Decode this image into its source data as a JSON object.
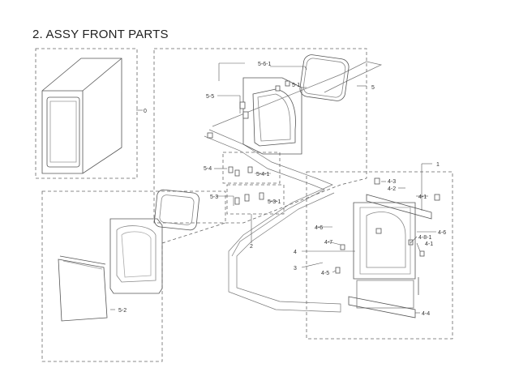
{
  "title": "2. ASSY FRONT PARTS",
  "callouts": {
    "c0": "0",
    "c1": "1",
    "c2": "2",
    "c3": "3",
    "c4": "4",
    "c5": "5",
    "c5_1": "5-1",
    "c5_2": "5-2",
    "c5_3": "5-3",
    "c5_3_1": "5-3-1",
    "c5_4": "5-4",
    "c5_4_1": "5-4-1",
    "c5_5": "5-5",
    "c5_6_1": "5-6-1",
    "c4_1": "4-1",
    "c4_1b": "4-1",
    "c4_2": "4-2",
    "c4_3": "4-3",
    "c4_4": "4-4",
    "c4_5": "4-5",
    "c4_6": "4-6",
    "c4_6b": "4-6",
    "c4_7": "4-7",
    "c4_8_1": "4-8-1"
  },
  "colors": {
    "line": "#555555",
    "dash": "#666666",
    "text": "#333333"
  }
}
